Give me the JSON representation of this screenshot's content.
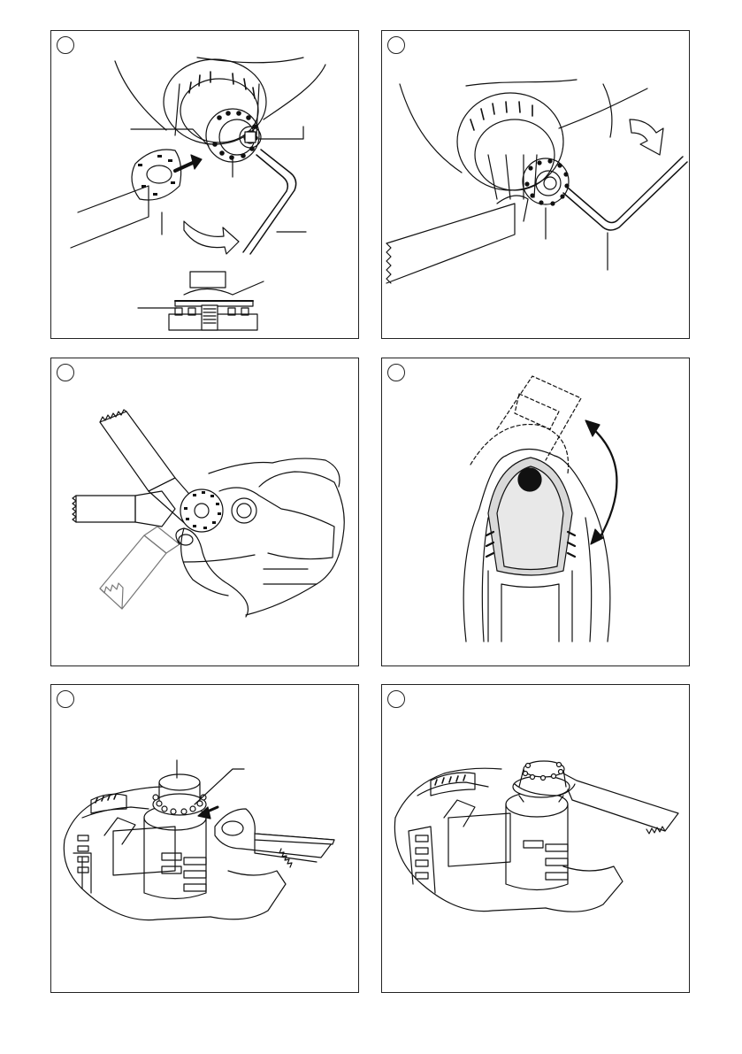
{
  "figures": [
    {
      "id": "fig-1",
      "subject": "blade-mounting-with-hex-key",
      "label": ""
    },
    {
      "id": "fig-2",
      "subject": "blade-tightened-with-hex-key",
      "label": ""
    },
    {
      "id": "fig-3",
      "subject": "blade-angle-positions",
      "label": ""
    },
    {
      "id": "fig-4",
      "subject": "oscillation-range",
      "label": ""
    },
    {
      "id": "fig-5",
      "subject": "accessory-placement",
      "label": ""
    },
    {
      "id": "fig-6",
      "subject": "accessory-mounted",
      "label": ""
    }
  ],
  "colors": {
    "line": "#111111",
    "background": "#ffffff",
    "panel_border": "#222222",
    "shade": "#d9d9d9"
  }
}
